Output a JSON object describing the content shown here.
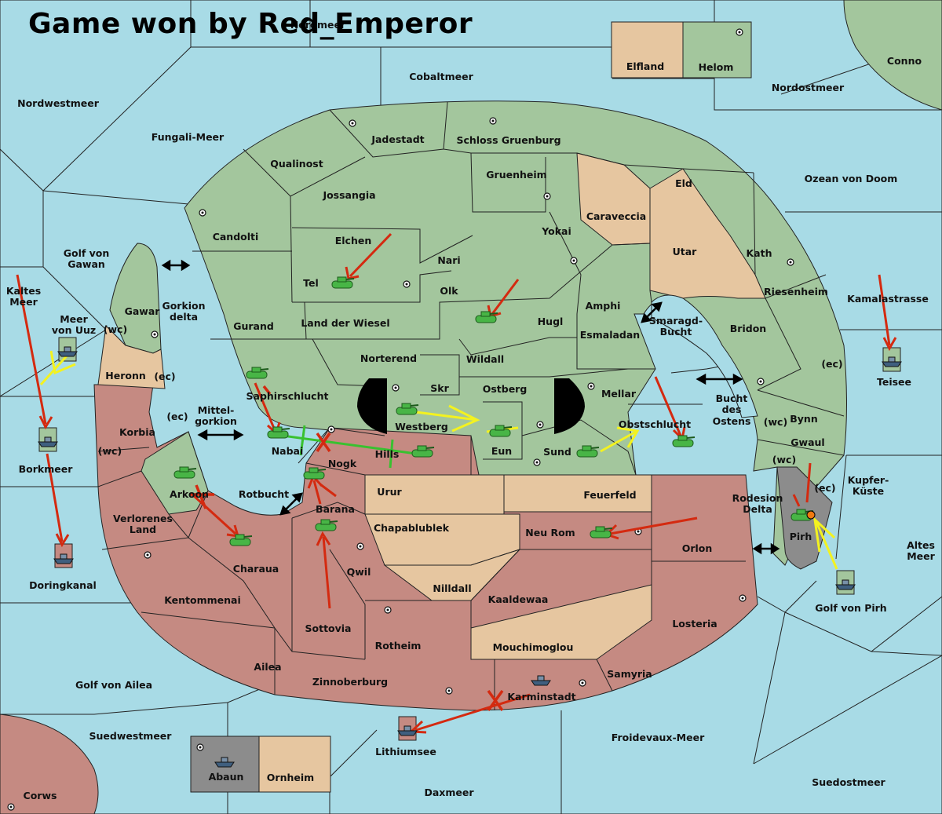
{
  "title": "Game won by Red_Emperor",
  "colors": {
    "sea": "#a8dbe6",
    "green_power": "#a3c69d",
    "red_power": "#c58a82",
    "neutral": "#e6c6a0",
    "gray_power": "#8c8c8c",
    "order_red": "#d42a10",
    "order_yellow": "#f3f220",
    "order_green": "#39c130"
  },
  "provinces": {
    "elfland": "Elfland",
    "helom": "Helom",
    "conno": "Conno",
    "nordmeer": "Nordmeer",
    "cobaltmeer": "Cobaltmeer",
    "nordostmeer": "Nordostmeer",
    "nordwestmeer": "Nordwestmeer",
    "fungali": "Fungali-Meer",
    "jadestadt": "Jadestadt",
    "schloss": "Schloss Gruenburg",
    "qualinost": "Qualinost",
    "gruenheim": "Gruenheim",
    "eld": "Eld",
    "ozean": "Ozean von Doom",
    "jossangia": "Jossangia",
    "caraveccia": "Caraveccia",
    "candolti": "Candolti",
    "elchen": "Elchen",
    "yokai": "Yokai",
    "utar": "Utar",
    "kath": "Kath",
    "nari": "Nari",
    "golf_gawan_1": "Golf von",
    "golf_gawan_2": "Gawan",
    "tel": "Tel",
    "olk": "Olk",
    "riesenheim": "Riesenheim",
    "kaltes_1": "Kaltes",
    "kaltes_2": "Meer",
    "kamalastrasse": "Kamalastrasse",
    "gawar": "Gawar",
    "gorkion_1": "Gorkion",
    "gorkion_2": "delta",
    "amphi": "Amphi",
    "gurand": "Gurand",
    "land_wiesel": "Land der Wiesel",
    "hugl": "Hugl",
    "smaragd_1": "Smaragd-",
    "smaragd_2": "Bucht",
    "bridon": "Bridon",
    "meer_uuz_1": "Meer",
    "meer_uuz_2": "von Uuz",
    "esmaladan": "Esmaladan",
    "heronn": "Heronn",
    "norterend": "Norterend",
    "wildall": "Wildall",
    "skr": "Skr",
    "ostberg": "Ostberg",
    "mellar": "Mellar",
    "teisee": "Teisee",
    "saphirschlucht": "Saphirschlucht",
    "bucht_1": "Bucht",
    "bucht_2": "des",
    "bucht_3": "Ostens",
    "mittel_1": "Mittel-",
    "mittel_2": "gorkion",
    "korbia": "Korbia",
    "westberg": "Westberg",
    "obstschlucht": "Obstschlucht",
    "bynn": "Bynn",
    "borkmeer": "Borkmeer",
    "nabai": "Nabai",
    "hills": "Hills",
    "eun": "Eun",
    "sund": "Sund",
    "gwaul": "Gwaul",
    "nogk": "Nogk",
    "kupfer_1": "Kupfer-",
    "kupfer_2": "Küste",
    "arkoon": "Arkoon",
    "rotbucht": "Rotbucht",
    "urur": "Urur",
    "feuerfeld": "Feuerfeld",
    "rodesion_1": "Rodesion",
    "rodesion_2": "Delta",
    "verlorenes_1": "Verlorenes",
    "verlorenes_2": "Land",
    "barana": "Barana",
    "chapablublek": "Chapablublek",
    "neu_rom": "Neu Rom",
    "pirh": "Pirh",
    "altes_1": "Altes",
    "altes_2": "Meer",
    "orlon": "Orlon",
    "doringkanal": "Doringkanal",
    "charaua": "Charaua",
    "qwil": "Qwil",
    "nilldall": "Nilldall",
    "kentommenai": "Kentommenai",
    "kaaldewaa": "Kaaldewaa",
    "golf_pirh": "Golf von Pirh",
    "losteria": "Losteria",
    "sottovia": "Sottovia",
    "rotheim": "Rotheim",
    "mouchimoglou": "Mouchimoglou",
    "ailea": "Ailea",
    "samyria": "Samyria",
    "zinnoberburg": "Zinnoberburg",
    "golf_ailea": "Golf von Ailea",
    "karminstadt": "Karminstadt",
    "suedwestmeer": "Suedwestmeer",
    "froidevaux": "Froidevaux-Meer",
    "abaun": "Abaun",
    "ornheim": "Ornheim",
    "lithiumsee": "Lithiumsee",
    "suedostmeer": "Suedostmeer",
    "daxmeer": "Daxmeer",
    "corws": "Corws"
  },
  "coast_tags": {
    "wc": "(wc)",
    "ec": "(ec)"
  }
}
